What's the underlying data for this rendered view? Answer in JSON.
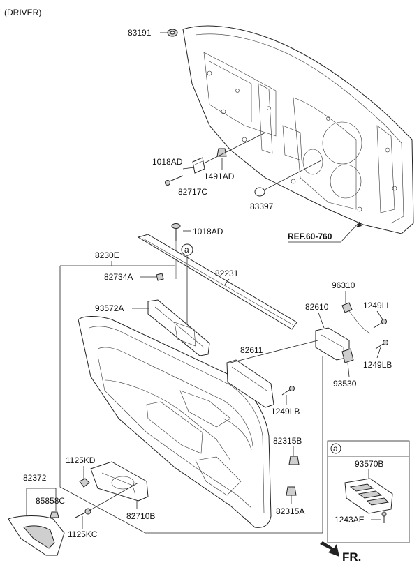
{
  "header": {
    "title": "(DRIVER)"
  },
  "labels": {
    "p83191": "83191",
    "p1018AD_a": "1018AD",
    "p1491AD": "1491AD",
    "p82717C": "82717C",
    "p83397": "83397",
    "ref": "REF.60-760",
    "p1018AD_b": "1018AD",
    "p8230E": "8230E",
    "callout_a": "a",
    "p82734A": "82734A",
    "p82231": "82231",
    "p96310": "96310",
    "p93572A": "93572A",
    "p82610": "82610",
    "p1249LL": "1249LL",
    "p82611": "82611",
    "p1249LB_a": "1249LB",
    "p93530": "93530",
    "p1249LB_b": "1249LB",
    "p82315B": "82315B",
    "p1125KD": "1125KD",
    "p82372": "82372",
    "p85858C": "85858C",
    "p82710B": "82710B",
    "p82315A": "82315A",
    "p1125KC": "1125KC",
    "inset_a": "a",
    "p93570B": "93570B",
    "p1243AE": "1243AE",
    "fr": "FR."
  }
}
